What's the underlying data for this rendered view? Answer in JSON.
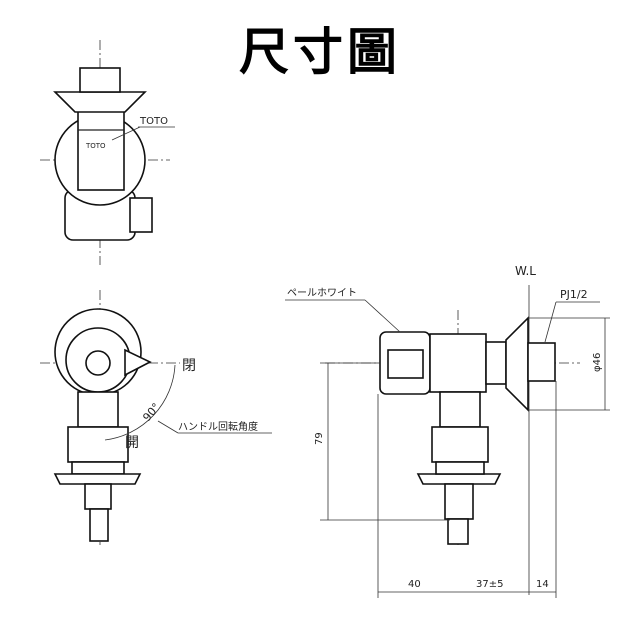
{
  "title": "尺寸圖",
  "top_view": {
    "label_brand": "TOTO",
    "logo_text": "TOTO"
  },
  "side_view": {
    "label_closed": "閉",
    "label_open": "開",
    "angle": "90°",
    "handle_note": "ハンドル回転角度"
  },
  "front_view": {
    "color_note": "ペールホワイト",
    "wl_label": "W.L",
    "thread_label": "PJ1/2",
    "diameter_label": "φ46",
    "height_dim": "79",
    "dims_bottom": [
      "40",
      "37±5",
      "14"
    ]
  }
}
